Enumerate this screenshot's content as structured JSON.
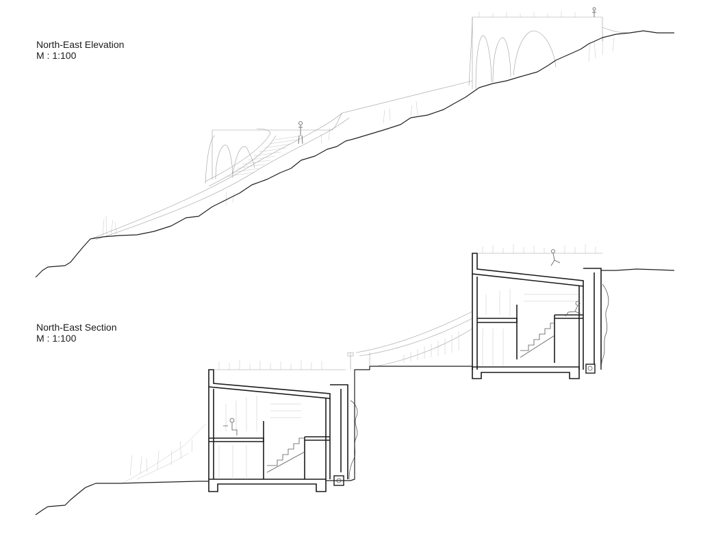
{
  "elevation": {
    "title": "North-East Elevation",
    "scale": "M : 1:100"
  },
  "section": {
    "title": "North-East Section",
    "scale": "M : 1:100"
  }
}
